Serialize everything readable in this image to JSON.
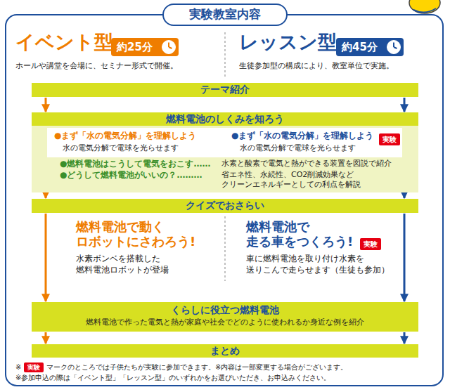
{
  "diagram": {
    "title": "実験教室内容",
    "nodes": [
      {
        "text": [
          "約25分"
        ]
      },
      {
        "text": [
          "約45分"
        ]
      },
      {
        "text": [
          "テーマ紹介"
        ]
      },
      {
        "text": [
          "燃料電池のしくみを知ろう",
          "●燃料電池はこうして電気をおこす……",
          "水素と酸素で電気と熱ができる装置を図説で紹介",
          "●どうして燃料電池がいいの？………",
          "省エネ性、永続性、CO2削減効果など クリーンエネルギーとしての利点を解説"
        ]
      },
      {
        "text": [
          "●まず「水の電気分解」を理解しよう",
          "水の電気分解で電球を光らせます",
          "●まず「水の電気分解」を理解しよう",
          "水の電気分解で電球を光らせます"
        ],
        "in": 3
      },
      {
        "text": [
          "実験"
        ],
        "in": 4
      },
      {
        "text": [
          "クイズでおさらい"
        ]
      },
      {
        "text": [
          "実験"
        ]
      },
      {
        "text": [
          "くらしに役立つ燃料電池",
          "燃料電池で作った電気と熱が家庭や社会でどのように使われるか身近な例を紹介"
        ]
      },
      {
        "text": [
          "まとめ"
        ]
      },
      {
        "text": [
          "実験"
        ]
      }
    ],
    "edges": [
      {
        "from": 2,
        "to": 3,
        "arrow": "to"
      },
      {
        "from": 2,
        "to": 3,
        "arrow": "to"
      },
      {
        "from": 3,
        "to": 6,
        "arrow": "to"
      },
      {
        "from": 3,
        "to": 6,
        "arrow": "to"
      },
      {
        "from": 6,
        "to": 8,
        "arrow": "to"
      },
      {
        "from": 6,
        "to": 8,
        "arrow": "to"
      },
      {
        "from": 8,
        "to": 9,
        "arrow": "to"
      },
      {
        "from": 8,
        "to": 9,
        "arrow": "to"
      }
    ],
    "labels": [
      "イベント型",
      "ホールや講堂を会場に、セミナー形式で開催。",
      "レッスン型",
      "生徒参加型の構成により、教室単位で実施。",
      "燃料電池で動く ロボットにさわろう!",
      "水素ボンベを搭載した 燃料電池ロボットが登場",
      "燃料電池で 走る車をつくろう!",
      "車に燃料電池を取り付け水素を 送りこんで走らせます（生徒も参加）",
      "※",
      "マークのところでは子供たちが実験に参加できます。※内容は一部変更する場合がございます。",
      "※参加申込の際は「イベント型」「レッスン型」のいずれかをお選びいただき、お申込みください。"
    ]
  }
}
